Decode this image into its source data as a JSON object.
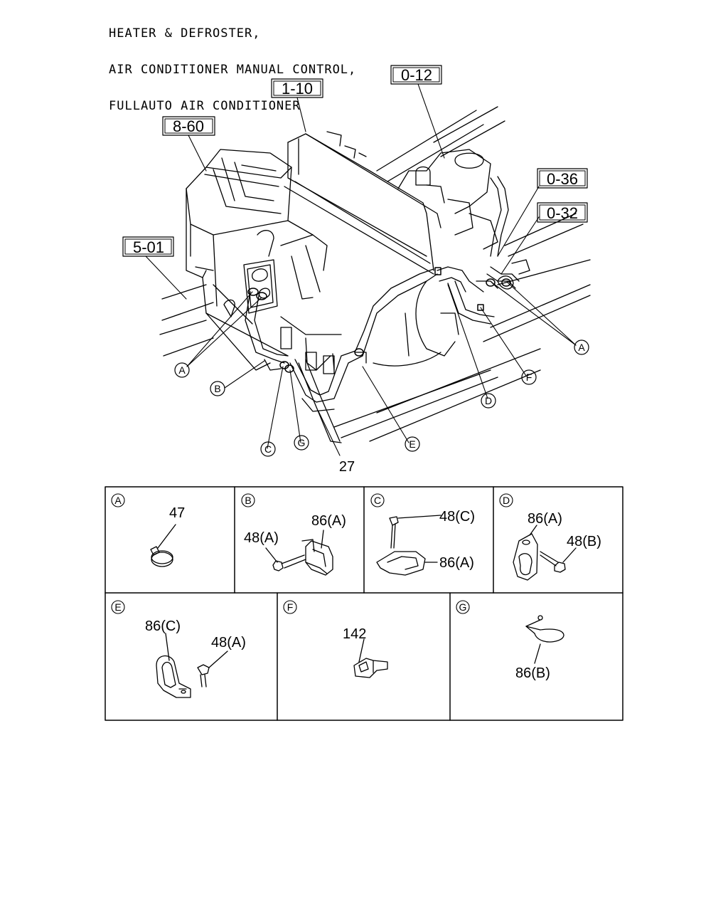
{
  "title_lines": [
    "HEATER & DEFROSTER,",
    "AIR CONDITIONER MANUAL CONTROL,",
    "FULLAUTO AIR CONDITIONER"
  ],
  "references": {
    "r110": "1-10",
    "r012": "0-12",
    "r860": "8-60",
    "r036": "0-36",
    "r032": "0-32",
    "r501": "5-01"
  },
  "callouts": {
    "A": "A",
    "B": "B",
    "C": "C",
    "D": "D",
    "E": "E",
    "F": "F",
    "G": "G"
  },
  "main_part": "27",
  "details": {
    "A": {
      "letter": "A",
      "parts": [
        "47"
      ]
    },
    "B": {
      "letter": "B",
      "parts": [
        "48(A)",
        "86(A)"
      ]
    },
    "C": {
      "letter": "C",
      "parts": [
        "48(C)",
        "86(A)"
      ]
    },
    "D": {
      "letter": "D",
      "parts": [
        "86(A)",
        "48(B)"
      ]
    },
    "E": {
      "letter": "E",
      "parts": [
        "86(C)",
        "48(A)"
      ]
    },
    "F": {
      "letter": "F",
      "parts": [
        "142"
      ]
    },
    "G": {
      "letter": "G",
      "parts": [
        "86(B)"
      ]
    }
  }
}
